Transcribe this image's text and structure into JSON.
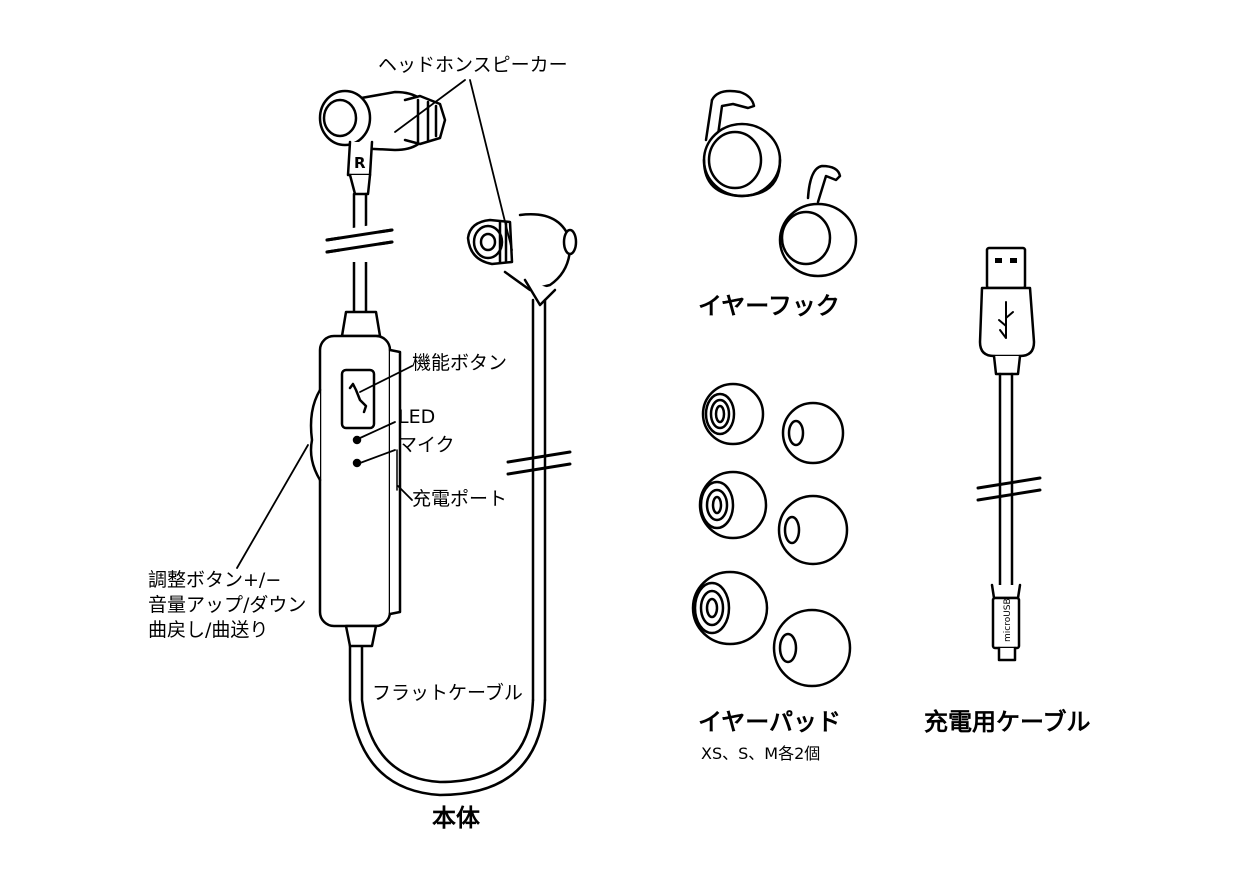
{
  "labels": {
    "headphone_speaker": "ヘッドホンスピーカー",
    "function_button": "機能ボタン",
    "led": "LED",
    "mic": "マイク",
    "charge_port": "充電ポート",
    "adjust_lines": [
      "調整ボタン+/−",
      "音量アップ/ダウン",
      "曲戻し/曲送り"
    ],
    "flat_cable": "フラットケーブル",
    "main_unit": "本体",
    "ear_hook": "イヤーフック",
    "ear_pad": "イヤーパッド",
    "ear_pad_sizes": "XS、S、M各2個",
    "charging_cable": "充電用ケーブル",
    "right_mark": "R",
    "connector_text": "microUSB"
  },
  "colors": {
    "ink": "#000000",
    "paper": "#ffffff"
  }
}
